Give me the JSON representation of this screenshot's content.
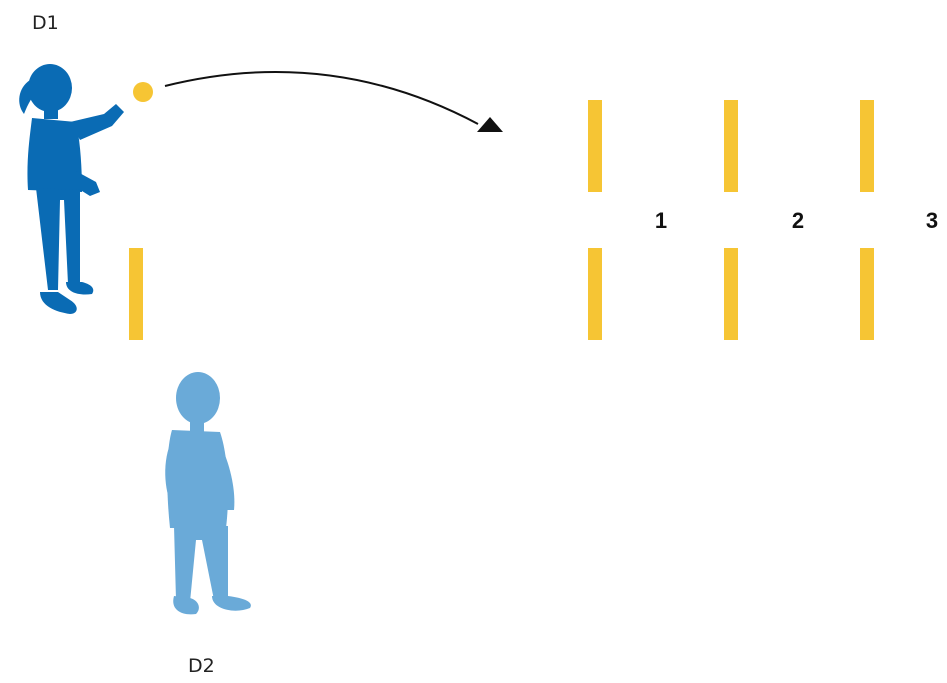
{
  "labels": {
    "thrower": "D1",
    "receiver": "D2"
  },
  "zones": [
    {
      "label": "1"
    },
    {
      "label": "2"
    },
    {
      "label": "3"
    }
  ],
  "colors": {
    "thrower": "#0a6bb4",
    "receiver": "#6aaad8",
    "cone": "#f6c534",
    "ball": "#f6c534",
    "path": "#111111"
  },
  "icons": {
    "thrower": "child-throwing-silhouette-icon",
    "receiver": "child-standing-silhouette-icon",
    "ball": "ball-icon",
    "target": "target-triangle-icon"
  }
}
